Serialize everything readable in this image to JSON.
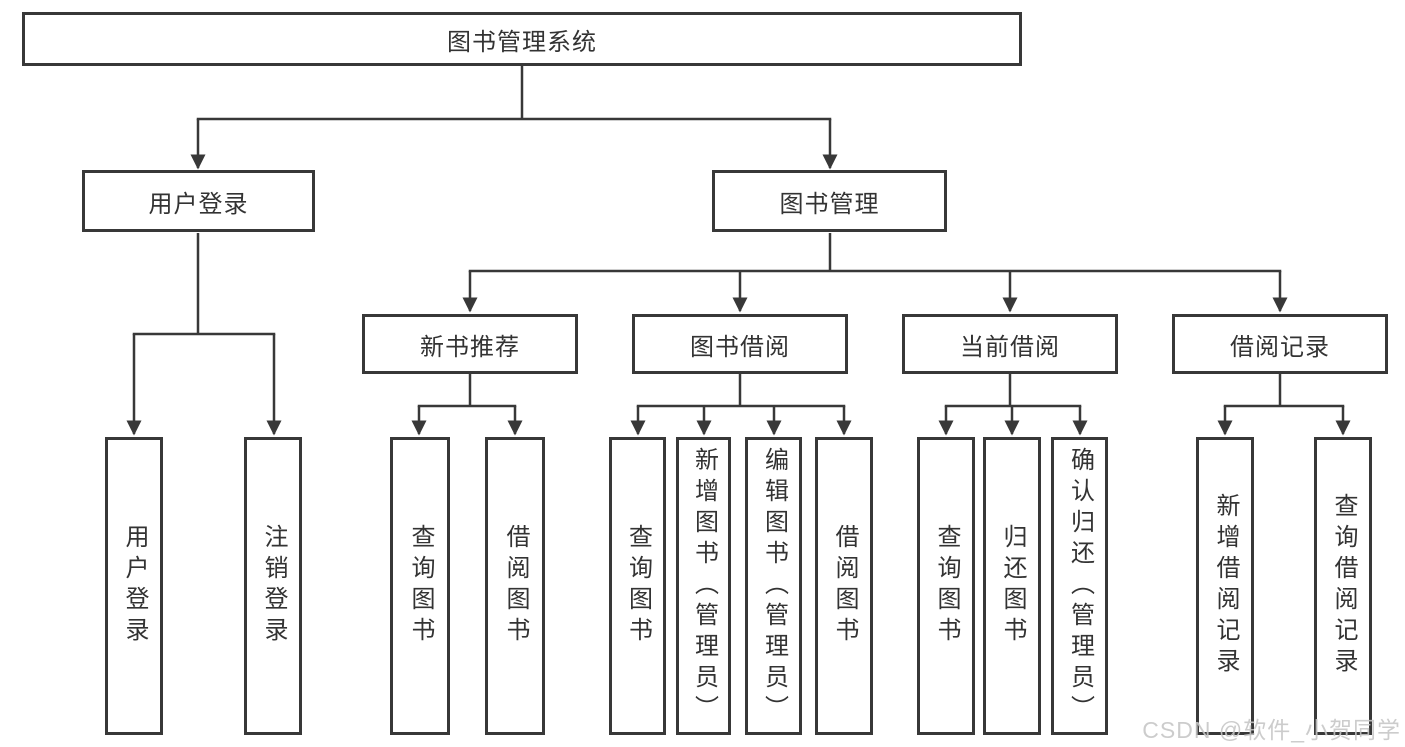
{
  "diagram_title": "图书管理系统",
  "watermark": "CSDN @软件_小贺同学",
  "colors": {
    "line": "#383838",
    "text": "#333333",
    "background": "#ffffff",
    "watermark": "#c6c6c6"
  },
  "nodes": {
    "root": {
      "label": "图书管理系统"
    },
    "user_login": {
      "label": "用户登录"
    },
    "book_mgmt": {
      "label": "图书管理"
    },
    "new_book_rec": {
      "label": "新书推荐"
    },
    "book_borrow": {
      "label": "图书借阅"
    },
    "current_borrow": {
      "label": "当前借阅"
    },
    "borrow_records": {
      "label": "借阅记录"
    },
    "leaf_user_login": {
      "label": "用户登录"
    },
    "leaf_logout": {
      "label": "注销登录"
    },
    "leaf_nb_query": {
      "label": "查询图书"
    },
    "leaf_nb_borrow": {
      "label": "借阅图书"
    },
    "leaf_bb_query": {
      "label": "查询图书"
    },
    "leaf_bb_add": {
      "label": "新增图书（管理员）"
    },
    "leaf_bb_edit": {
      "label": "编辑图书（管理员）"
    },
    "leaf_bb_borrow": {
      "label": "借阅图书"
    },
    "leaf_cb_query": {
      "label": "查询图书"
    },
    "leaf_cb_return": {
      "label": "归还图书"
    },
    "leaf_cb_confirm": {
      "label": "确认归还（管理员）"
    },
    "leaf_br_add": {
      "label": "新增借阅记录"
    },
    "leaf_br_query": {
      "label": "查询借阅记录"
    }
  }
}
